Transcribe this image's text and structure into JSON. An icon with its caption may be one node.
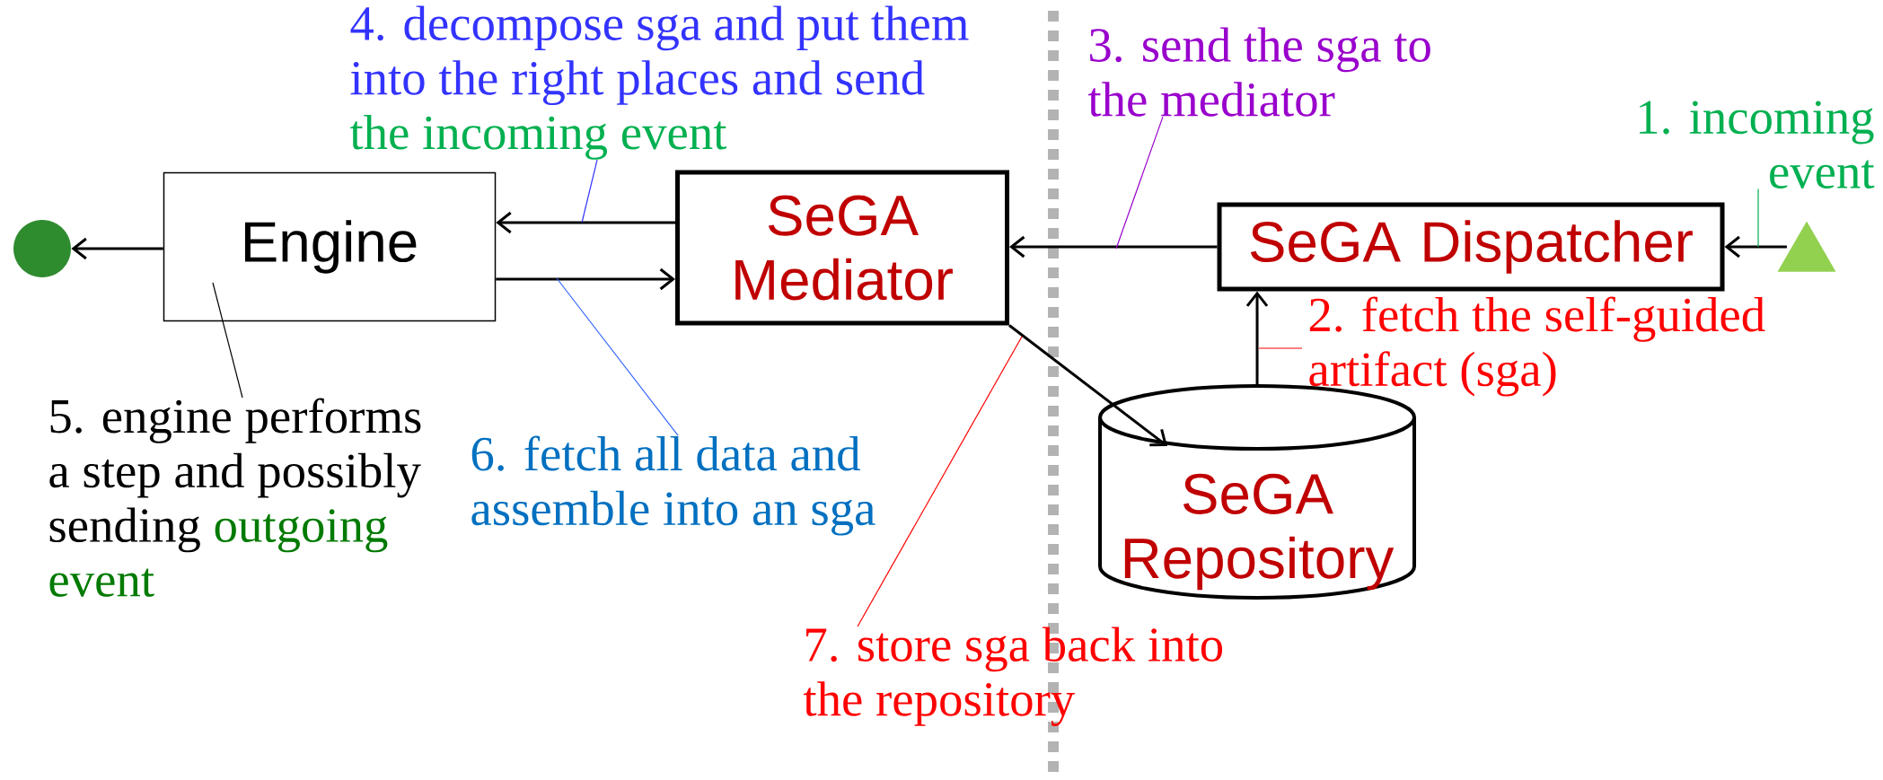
{
  "diagram": {
    "nodes": [
      {
        "text": [],
        "shape": "circle"
      },
      {
        "text": [
          "Engine"
        ]
      },
      {
        "text": [
          "SeGA Mediator"
        ]
      },
      {
        "text": [
          "SeGA Dispatcher"
        ]
      },
      {
        "text": [],
        "shape": "triangle"
      },
      {
        "text": [
          "SeGA Repository"
        ]
      },
      {
        "text": [
          "1. incoming event"
        ]
      },
      {
        "text": [
          "2. fetch the self-guided artifact (sga)"
        ]
      },
      {
        "text": [
          "3. send the sga to the mediator"
        ]
      },
      {
        "text": [
          "4. decompose sga and put them into the right places and send",
          "the incoming event"
        ]
      },
      {
        "text": [
          "5. engine performs a step and possibly sending",
          "outgoing event"
        ]
      },
      {
        "text": [
          "6. fetch all data and assemble into an sga"
        ]
      },
      {
        "text": [
          "7. store sga back into the repository"
        ]
      }
    ],
    "edges": [
      {
        "from": 4,
        "to": 3,
        "arrow": "to"
      },
      {
        "from": 5,
        "to": 3,
        "arrow": "to"
      },
      {
        "from": 3,
        "to": 2,
        "arrow": "to"
      },
      {
        "from": 2,
        "to": 1,
        "arrow": "to"
      },
      {
        "from": 1,
        "to": 2,
        "arrow": "to"
      },
      {
        "from": 2,
        "to": 5,
        "arrow": "to"
      },
      {
        "from": 1,
        "to": 0,
        "arrow": "to"
      },
      {
        "from": 6,
        "to": null,
        "arrow": "none",
        "color": "#00b050"
      },
      {
        "from": 7,
        "to": null,
        "arrow": "none",
        "color": "#ff0000"
      },
      {
        "from": 8,
        "to": null,
        "arrow": "none",
        "color": "#9900cc"
      },
      {
        "from": 9,
        "to": null,
        "arrow": "none",
        "color": "#3333ff"
      },
      {
        "from": 10,
        "to": 1,
        "arrow": "none"
      },
      {
        "from": 11,
        "to": null,
        "arrow": "none",
        "color": "#3366ff"
      },
      {
        "from": 12,
        "to": null,
        "arrow": "none",
        "color": "#ff0000"
      }
    ]
  }
}
